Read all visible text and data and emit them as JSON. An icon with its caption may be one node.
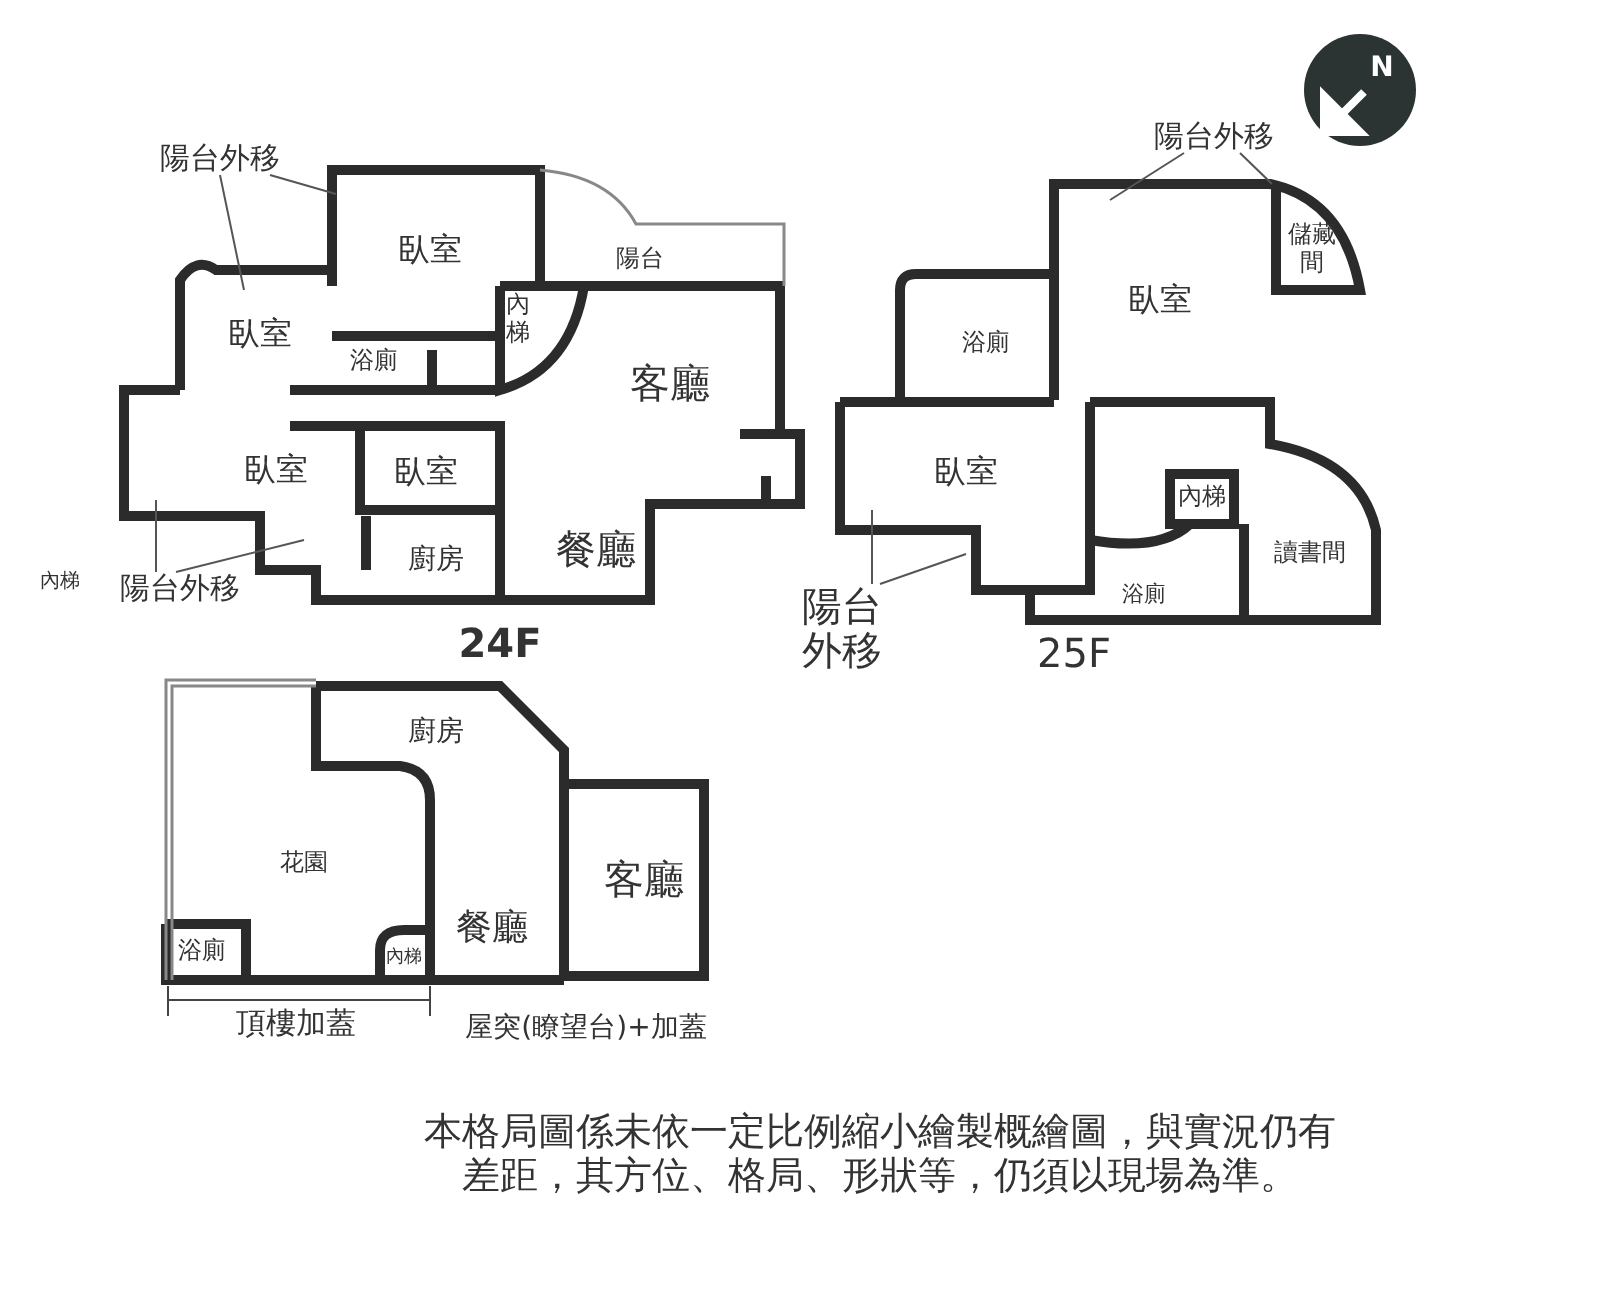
{
  "diagram": {
    "nodes": [
      {
        "text": [
          "陽台外移"
        ]
      },
      {
        "text": [
          "陽台外移"
        ]
      },
      {
        "text": [
          "陽台外移"
        ]
      },
      {
        "text": [
          "陽台外移"
        ]
      }
    ],
    "edges": [
      {
        "from": 0,
        "to": null,
        "arrow": "none"
      },
      {
        "from": 0,
        "to": null,
        "arrow": "none"
      },
      {
        "from": 1,
        "to": null,
        "arrow": "none"
      },
      {
        "from": 1,
        "to": null,
        "arrow": "none"
      },
      {
        "from": 2,
        "to": null,
        "arrow": "none"
      },
      {
        "from": 2,
        "to": null,
        "arrow": "none"
      },
      {
        "from": 3,
        "to": null,
        "arrow": "none"
      },
      {
        "from": 3,
        "to": null,
        "arrow": "none"
      }
    ],
    "labels": [
      "N",
      "臥室",
      "臥室",
      "陽台",
      "內梯",
      "浴廁",
      "客廳",
      "臥室",
      "臥室",
      "廚房",
      "餐廳",
      "內梯",
      "24F",
      "儲藏間",
      "浴廁",
      "臥室",
      "臥室",
      "內梯",
      "讀書間",
      "浴廁",
      "25F",
      "廚房",
      "花園",
      "客廳",
      "餐廳",
      "浴廁",
      "內梯",
      "頂樓加蓋",
      "屋突(瞭望台)+加蓋",
      "本格局圖係未依一定比例縮小繪製概繪圖，與實況仍有差距，其方位、格局、形狀等，仍須以現場為準。"
    ]
  }
}
